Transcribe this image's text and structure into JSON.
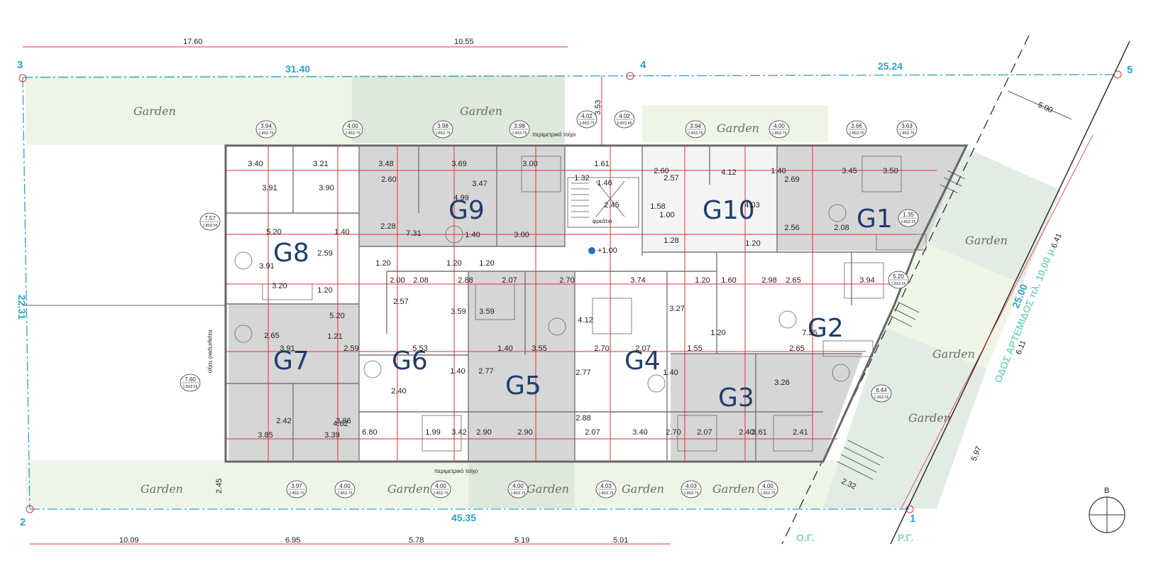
{
  "plan": {
    "units": [
      "G1",
      "G2",
      "G3",
      "G4",
      "G5",
      "G6",
      "G7",
      "G8",
      "G9",
      "G10"
    ],
    "garden_label": "Garden",
    "grid_points": [
      "1",
      "2",
      "3",
      "4",
      "5"
    ],
    "boundary_dims": {
      "top_left": "31.40",
      "top_right": "25.24",
      "left": "22.31",
      "bottom": "45.35",
      "street_side": "25.00"
    },
    "top_dims": [
      "17.60",
      "10.55"
    ],
    "bottom_dims": [
      "10.09",
      "6.95",
      "5.78",
      "5.19",
      "5.01"
    ],
    "street_name": "ΟΔΟΣ ΑΡΤΕΜΙΔΟΣ πλ. 10,00 μ.",
    "og_label": "Ο.Γ.",
    "rg_label": "Ρ.Γ.",
    "north_label": "Β",
    "level_mark": "+1.00",
    "perimeter_wall_note": "περιμετρικό τοίχο",
    "stair_note": "φρεάτιο",
    "side_dims": [
      "5.00",
      "6.41",
      "6.11",
      "5.97",
      "2.32",
      "2.45",
      "3.53"
    ],
    "tree_tags": [
      {
        "top": "3.94",
        "bottom": "1.80|2.75"
      },
      {
        "top": "4.00",
        "bottom": "1.80|2.75"
      },
      {
        "top": "3.98",
        "bottom": "1.80|2.75"
      },
      {
        "top": "3.98",
        "bottom": "1.80|2.75"
      },
      {
        "top": "4.02",
        "bottom": "1.80|2.75"
      },
      {
        "top": "4.02",
        "bottom": "0.80|1.85"
      },
      {
        "top": "3.94",
        "bottom": "1.80|2.75"
      },
      {
        "top": "4.00",
        "bottom": "1.80|2.75"
      },
      {
        "top": "3.66",
        "bottom": "1.80|2.75"
      },
      {
        "top": "3.63",
        "bottom": "1.80|2.75"
      },
      {
        "top": "7.57",
        "bottom": "1.80|2.55"
      },
      {
        "top": "7.60",
        "bottom": "1.80|2.55"
      },
      {
        "top": "1.35",
        "bottom": "0.80|2.55"
      },
      {
        "top": "5.20",
        "bottom": "1.30|2.55"
      },
      {
        "top": "6.44",
        "bottom": "1.30|2.55"
      },
      {
        "top": "3.97",
        "bottom": "1.80|2.75"
      },
      {
        "top": "4.00",
        "bottom": "1.80|2.75"
      },
      {
        "top": "4.00",
        "bottom": "1.80|2.75"
      },
      {
        "top": "4.00",
        "bottom": "1.80|2.75"
      },
      {
        "top": "4.03",
        "bottom": "1.80|2.75"
      },
      {
        "top": "4.03",
        "bottom": "1.80|2.75"
      },
      {
        "top": "4.00",
        "bottom": "1.80|2.75"
      }
    ],
    "room_dims": [
      "3.40",
      "3.21",
      "3.91",
      "3.90",
      "5.20",
      "1.40",
      "2.59",
      "3.91",
      "1.20",
      "3.48",
      "3.69",
      "3.00",
      "2.60",
      "4.99",
      "3.47",
      "2.28",
      "7.31",
      "1.40",
      "3.00",
      "1.32",
      "1.61",
      "1.46",
      "2.45",
      "2.60",
      "2.57",
      "4.12",
      "4.03",
      "1.58",
      "1.00",
      "1.28",
      "1.40",
      "2.69",
      "3.45",
      "3.50",
      "2.56",
      "2.08",
      "1.20",
      "1.20",
      "1.20",
      "1.20",
      "2.00",
      "2.08",
      "2.88",
      "2.07",
      "2.70",
      "3.74",
      "1.20",
      "1.60",
      "2.98",
      "2.65",
      "3.94",
      "2.57",
      "3.59",
      "3.59",
      "4.12",
      "3.27",
      "5.53",
      "1.40",
      "3.55",
      "2.70",
      "2.07",
      "1.55",
      "1.20",
      "2.65",
      "7.25",
      "2.65",
      "3.91",
      "5.20",
      "1.21",
      "2.59",
      "1.40",
      "2.77",
      "2.77",
      "1.40",
      "3.26",
      "2.40",
      "6.80",
      "1.99",
      "3.42",
      "2.90",
      "2.90",
      "2.88",
      "2.07",
      "3.40",
      "2.70",
      "2.07",
      "2.40",
      "3.61",
      "2.41",
      "4.62",
      "2.42",
      "3.86",
      "3.85",
      "3.39",
      "3.20",
      "1.20"
    ]
  },
  "colors": {
    "dim_blue": "#2aa3c9",
    "unit_label": "#1f3d6b",
    "red_axis": "#e0303a",
    "garden_green": "#eef5e6",
    "garden_green_dark": "#dfe8dc",
    "unit_grey": "#d6d6d6",
    "street_teal": "#7fd6c8"
  }
}
